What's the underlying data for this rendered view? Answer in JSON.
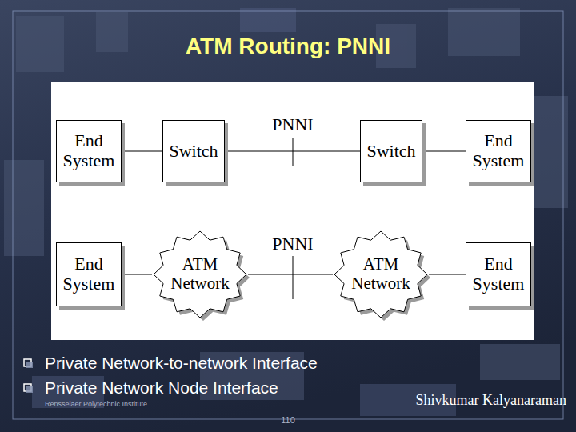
{
  "diagram": {
    "title": "ATM Routing: PNNI",
    "nodes": [
      {
        "text": [
          "End System"
        ]
      },
      {
        "text": [
          "Switch"
        ]
      },
      {
        "text": [
          "Switch"
        ]
      },
      {
        "text": [
          "End System"
        ]
      },
      {
        "text": [
          "End System"
        ]
      },
      {
        "text": [
          "ATM Network"
        ]
      },
      {
        "text": [
          "ATM Network"
        ]
      },
      {
        "text": [
          "End System"
        ]
      }
    ],
    "edges": [
      {
        "from": 0,
        "to": 1,
        "arrow": "none"
      },
      {
        "from": 1,
        "to": 2,
        "arrow": "none"
      },
      {
        "from": 2,
        "to": 3,
        "arrow": "none"
      },
      {
        "from": 4,
        "to": 5,
        "arrow": "none"
      },
      {
        "from": 5,
        "to": 6,
        "arrow": "none"
      },
      {
        "from": 6,
        "to": 7,
        "arrow": "none"
      }
    ],
    "labels": [
      "PNNI",
      "PNNI",
      "Private Network-to-network Interface",
      "Private Network Node Interface",
      "Shivkumar Kalyanaraman",
      "Rensselaer Polytechnic Institute",
      "110"
    ]
  }
}
